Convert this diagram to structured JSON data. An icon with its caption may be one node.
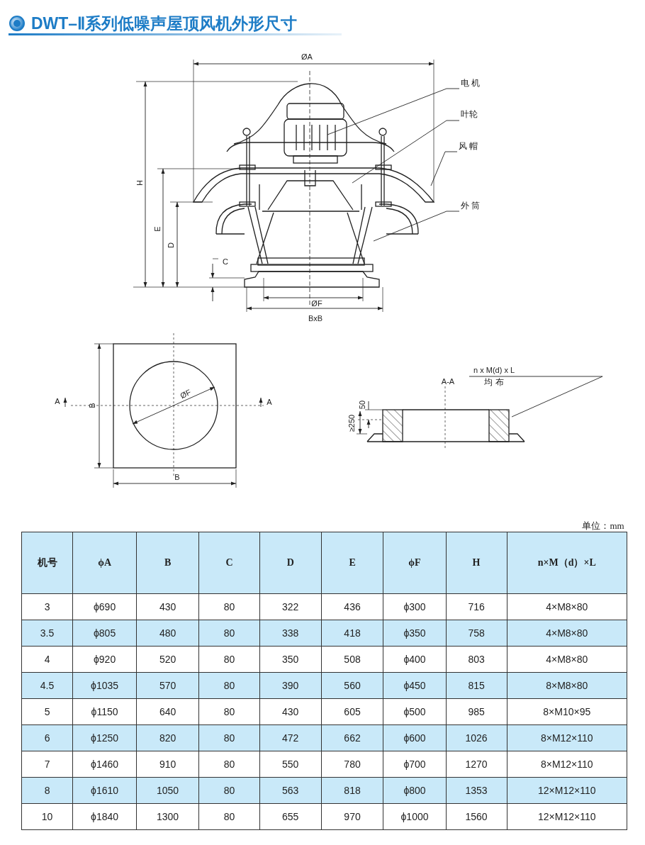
{
  "diagram": {
    "title": "DWT–Ⅱ系列低噪声屋顶风机外形尺寸",
    "nodes": [
      {
        "text": [
          "电 机"
        ]
      },
      {
        "text": [
          "叶轮"
        ]
      },
      {
        "text": [
          "风 帽"
        ]
      },
      {
        "text": [
          "外 筒"
        ]
      },
      {
        "text": [
          "n x M(d) x L",
          "均 布"
        ]
      }
    ],
    "edges": [
      {
        "from": 0,
        "to": null,
        "arrow": "none"
      },
      {
        "from": 1,
        "to": null,
        "arrow": "none"
      },
      {
        "from": 2,
        "to": null,
        "arrow": "none"
      },
      {
        "from": 3,
        "to": null,
        "arrow": "none"
      },
      {
        "from": 4,
        "to": null,
        "arrow": "none"
      }
    ],
    "labels": [
      "ØA",
      "H",
      "E",
      "D",
      "C",
      "ØF",
      "BxB",
      "A",
      "B",
      "ØF",
      "A",
      "B",
      "A-A",
      "50",
      "≥250",
      "单位：mm",
      "机号",
      "ϕA",
      "B",
      "C",
      "D",
      "E",
      "ϕF",
      "H",
      "n×M（d）×L",
      "3",
      "ϕ690",
      "430",
      "80",
      "322",
      "436",
      "ϕ300",
      "716",
      "4×M8×80",
      "3.5",
      "ϕ805",
      "480",
      "80",
      "338",
      "418",
      "ϕ350",
      "758",
      "4×M8×80",
      "4",
      "ϕ920",
      "520",
      "80",
      "350",
      "508",
      "ϕ400",
      "803",
      "4×M8×80",
      "4.5",
      "ϕ1035",
      "570",
      "80",
      "390",
      "560",
      "ϕ450",
      "815",
      "8×M8×80",
      "5",
      "ϕ1150",
      "640",
      "80",
      "430",
      "605",
      "ϕ500",
      "985",
      "8×M10×95",
      "6",
      "ϕ1250",
      "820",
      "80",
      "472",
      "662",
      "ϕ600",
      "1026",
      "8×M12×110",
      "7",
      "ϕ1460",
      "910",
      "80",
      "550",
      "780",
      "ϕ700",
      "1270",
      "8×M12×110",
      "8",
      "ϕ1610",
      "1050",
      "80",
      "563",
      "818",
      "ϕ800",
      "1353",
      "12×M12×110",
      "10",
      "ϕ1840",
      "1300",
      "80",
      "655",
      "970",
      "ϕ1000",
      "1560",
      "12×M12×110"
    ]
  }
}
